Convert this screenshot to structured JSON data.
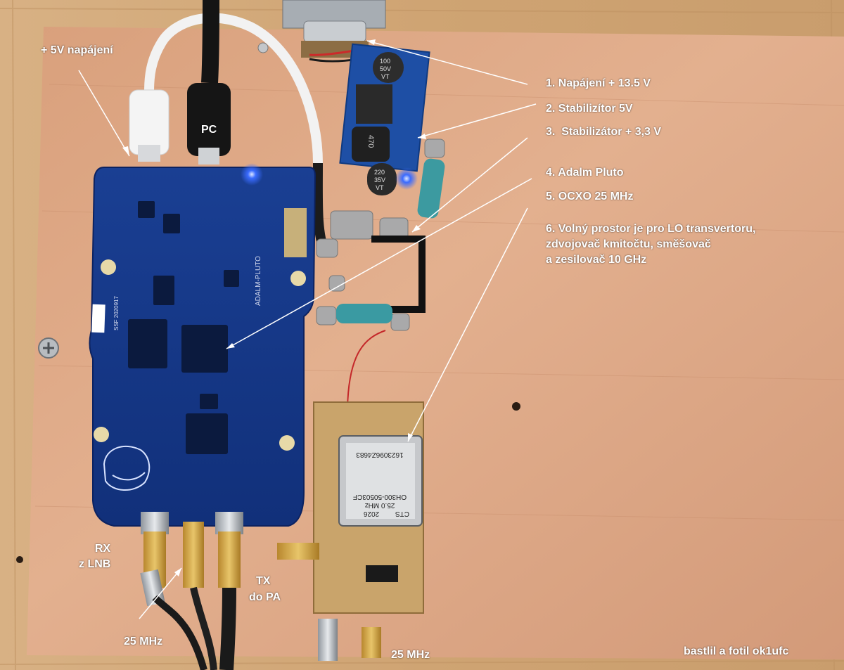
{
  "labels": {
    "power_5v": "+ 5V napájení",
    "pc": "PC",
    "rx": "RX",
    "rx_sub": "z LNB",
    "tx": "TX",
    "tx_sub": "do PA",
    "mhz_left": "25 MHz",
    "mhz_right": "25 MHz",
    "credit": "bastlil a fotil ok1ufc"
  },
  "legend": [
    "1. Napájení + 13.5 V",
    "2. Stabilizítor 5V",
    "3.  Stabilizátor + 3,3 V",
    "4. Adalm Pluto",
    "5. OCXO 25 MHz",
    "6. Volný prostor je pro LO transvertoru,",
    "zdvojovač kmitočtu, směšovač",
    "a zesilovač 10 GHz"
  ],
  "board_text": {
    "cap_top_1": "100",
    "cap_top_2": "50V",
    "cap_top_3": "VT",
    "inductor": "470",
    "cap_mid_1": "220",
    "cap_mid_2": "35V",
    "cap_mid_3": "VT",
    "pluto_title": "ADALM-PLUTO",
    "pluto_id": "SSF 2020917",
    "ocxo_serial": "1623096Z4683",
    "ocxo_model": "OH300-50503CF",
    "ocxo_freq": "25.0 MHz",
    "ocxo_year": "2026",
    "ocxo_brand": "CTS"
  }
}
